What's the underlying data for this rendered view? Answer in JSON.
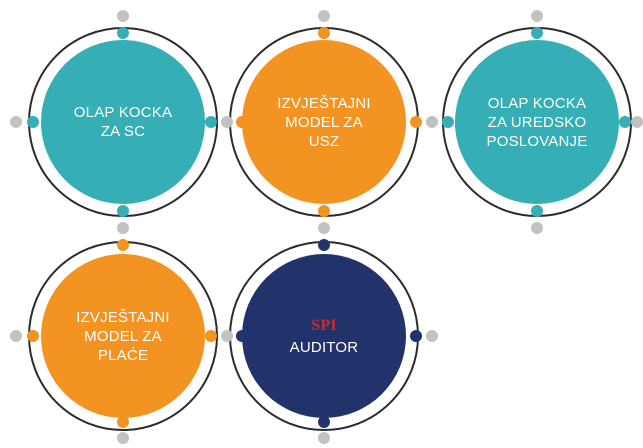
{
  "colors": {
    "teal": "#36aeb6",
    "orange": "#f39422",
    "navy": "#21336a",
    "grey_dot": "#c2c2c2",
    "ring": "#2b2b2b",
    "brand_red": "#d3272a"
  },
  "nodes": [
    {
      "id": "olap-sc",
      "color": "teal",
      "lines": [
        "OLAP KOCKA",
        "ZA SC"
      ]
    },
    {
      "id": "usz-model",
      "color": "orange",
      "lines": [
        "IZVJEŠTAJNI",
        "MODEL ZA",
        "USZ"
      ]
    },
    {
      "id": "olap-uredsko",
      "color": "teal",
      "lines": [
        "OLAP KOCKA",
        "ZA UREDSKO",
        "POSLOVANJE"
      ]
    },
    {
      "id": "place-model",
      "color": "orange",
      "lines": [
        "IZVJEŠTAJNI",
        "MODEL ZA",
        "PLAĆE"
      ]
    },
    {
      "id": "spi-auditor",
      "color": "navy",
      "brand": "SPI",
      "lines": [
        "AUDITOR"
      ]
    }
  ]
}
